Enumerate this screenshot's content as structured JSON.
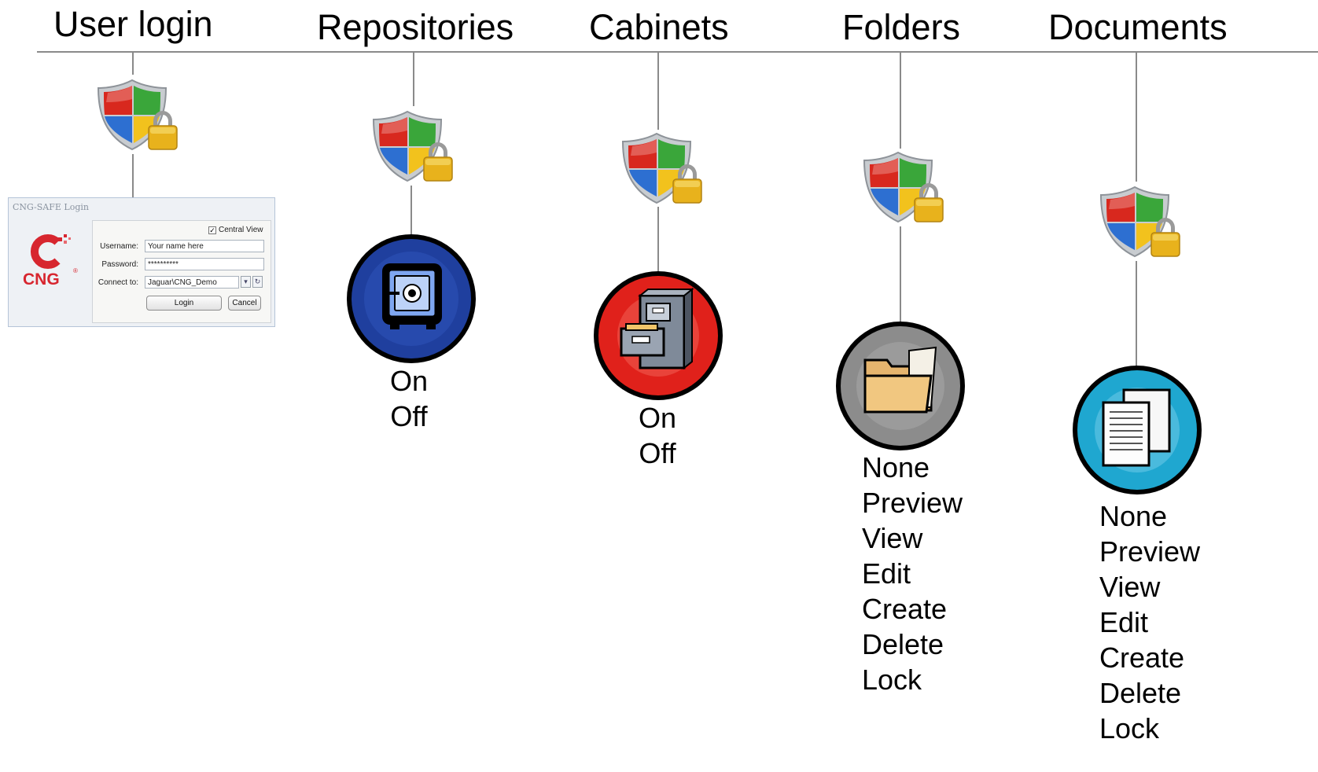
{
  "headings": {
    "user_login": "User login",
    "repositories": "Repositories",
    "cabinets": "Cabinets",
    "folders": "Folders",
    "documents": "Documents"
  },
  "login_dialog": {
    "title": "CNG-SAFE Login",
    "logo_text": "CNG",
    "logo_mark": "®",
    "central_view_label": "Central View",
    "central_view_checked": true,
    "username_label": "Username:",
    "username_value": "Your name here",
    "password_label": "Password:",
    "password_value": "**********",
    "connect_label": "Connect to:",
    "connect_value": "Jaguar\\CNG_Demo",
    "login_button": "Login",
    "cancel_button": "Cancel"
  },
  "repositories": {
    "options": [
      "On",
      "Off"
    ],
    "icon": "safe-icon"
  },
  "cabinets": {
    "options": [
      "On",
      "Off"
    ],
    "icon": "file-cabinet-icon"
  },
  "folders": {
    "options": [
      "None",
      "Preview",
      "View",
      "Edit",
      "Create",
      "Delete",
      "Lock"
    ],
    "icon": "folder-icon"
  },
  "documents": {
    "options": [
      "None",
      "Preview",
      "View",
      "Edit",
      "Create",
      "Delete",
      "Lock"
    ],
    "icon": "documents-icon"
  },
  "colors": {
    "line": "#8a8a8a",
    "repositories_badge": "#1f3f9e",
    "cabinets_badge": "#e0211b",
    "folders_badge": "#8c8c8c",
    "documents_badge": "#1fa7d0",
    "shield_red": "#d8281e",
    "shield_green": "#3aa63a",
    "shield_blue": "#2d6fd1",
    "shield_yellow": "#f2c21d",
    "lock_gold": "#e8b21c"
  }
}
